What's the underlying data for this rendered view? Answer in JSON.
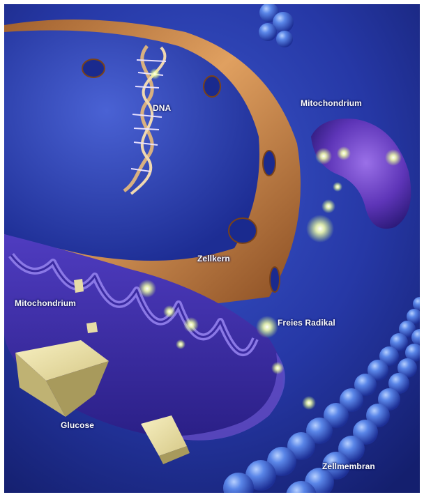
{
  "labels": {
    "dna": "DNA",
    "mitochondrium_top": "Mitochondrium",
    "zellkern": "Zellkern",
    "mitochondrium_left": "Mitochondrium",
    "freies_radikal": "Freies Radikal",
    "glucose": "Glucose",
    "zellmembran": "Zellmembran"
  },
  "colors": {
    "background": "#2a3fae",
    "nucleus_envelope": "#c77a3a",
    "nucleus_inner": "#2f44b8",
    "mitochondrion": "#5a3fb4",
    "radical_glow": "#f3ffb0",
    "glucose": "#e6dca6",
    "membrane_bead": "#3d66d6"
  }
}
